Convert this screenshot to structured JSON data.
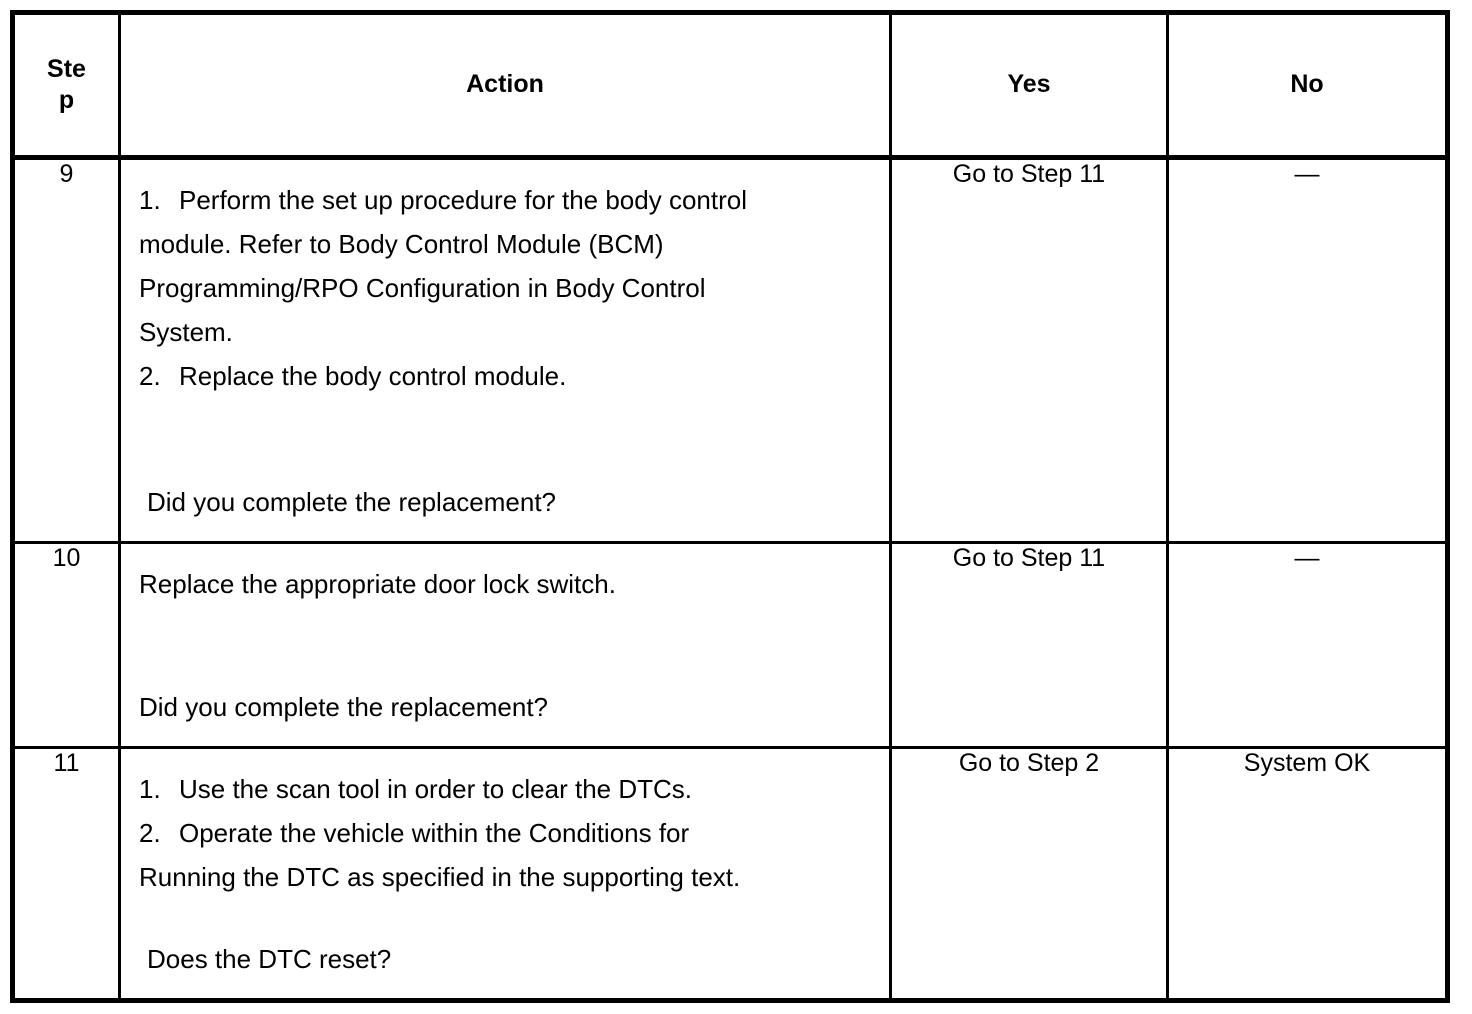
{
  "table": {
    "headers": {
      "step": "Step",
      "step_display_line1": "St",
      "step_display_line2": "ep",
      "action": "Action",
      "yes": "Yes",
      "no": "No"
    },
    "rows": [
      {
        "step": "9",
        "action_lines": [
          {
            "number": "1.",
            "text": "Perform the set up procedure for the body control"
          },
          {
            "number": "",
            "text": "module. Refer to Body Control Module (BCM)"
          },
          {
            "number": "",
            "text": "Programming/RPO Configuration in Body Control"
          },
          {
            "number": "",
            "text": "System."
          },
          {
            "number": "2.",
            "text": "Replace the body control module."
          }
        ],
        "question": "Did you complete the replacement?",
        "yes": "Go to Step 11",
        "no": "—"
      },
      {
        "step": "10",
        "action_lines": [
          {
            "number": "",
            "text": "Replace the appropriate door lock switch."
          }
        ],
        "question": "Did you complete the replacement?",
        "yes": "Go to Step 11",
        "no": "—"
      },
      {
        "step": "11",
        "action_lines": [
          {
            "number": "1.",
            "text": "Use the scan tool in order to clear the DTCs."
          },
          {
            "number": "2.",
            "text": "Operate the vehicle within the Conditions for"
          },
          {
            "number": "",
            "text": "Running the DTC as specified in the supporting text."
          }
        ],
        "question": "Does the DTC reset?",
        "yes": "Go to Step 2",
        "no": "System OK"
      }
    ]
  },
  "style": {
    "border_color": "#000000",
    "background_color": "#ffffff",
    "text_color": "#000000"
  }
}
